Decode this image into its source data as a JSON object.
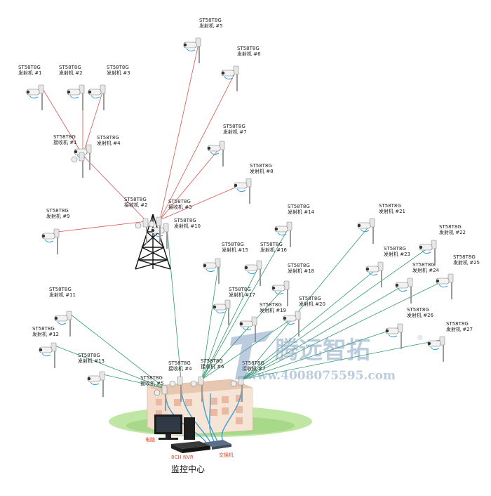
{
  "diagram": {
    "title": "监控中心",
    "model": "ST58T8G",
    "transmitters": [
      {
        "id": "tx1",
        "label": "发射机 #1"
      },
      {
        "id": "tx2",
        "label": "发射机 #2"
      },
      {
        "id": "tx3",
        "label": "发射机 #3"
      },
      {
        "id": "tx4",
        "label": "发射机 #4"
      },
      {
        "id": "tx5",
        "label": "发射机 #5"
      },
      {
        "id": "tx6",
        "label": "发射机 #6"
      },
      {
        "id": "tx7",
        "label": "发射机 #7"
      },
      {
        "id": "tx8",
        "label": "发射机 #8"
      },
      {
        "id": "tx9",
        "label": "发射机 #9"
      },
      {
        "id": "tx10",
        "label": "发射机 #10"
      },
      {
        "id": "tx11",
        "label": "发射机 #11"
      },
      {
        "id": "tx12",
        "label": "发射机 #12"
      },
      {
        "id": "tx13",
        "label": "发射机 #13"
      },
      {
        "id": "tx14",
        "label": "发射机 #14"
      },
      {
        "id": "tx15",
        "label": "发射机 #15"
      },
      {
        "id": "tx16",
        "label": "发射机 #16"
      },
      {
        "id": "tx17",
        "label": "发射机 #17"
      },
      {
        "id": "tx18",
        "label": "发射机 #18"
      },
      {
        "id": "tx19",
        "label": "发射机 #19"
      },
      {
        "id": "tx20",
        "label": "发射机 #20"
      },
      {
        "id": "tx21",
        "label": "发射机 #21"
      },
      {
        "id": "tx22",
        "label": "发射机 #22"
      },
      {
        "id": "tx23",
        "label": "发射机 #23"
      },
      {
        "id": "tx24",
        "label": "发射机 #24"
      },
      {
        "id": "tx25",
        "label": "发射机 #25"
      },
      {
        "id": "tx26",
        "label": "发射机 #26"
      },
      {
        "id": "tx27",
        "label": "发射机 #27"
      }
    ],
    "receivers": [
      {
        "id": "rx1",
        "label": "接收机 #1"
      },
      {
        "id": "rx2",
        "label": "接收机 #2"
      },
      {
        "id": "rx3",
        "label": "接收机 #3"
      },
      {
        "id": "rx4",
        "label": "接收机 #4"
      },
      {
        "id": "rx5",
        "label": "接收机 #5"
      },
      {
        "id": "rx6",
        "label": "接收机 #6"
      },
      {
        "id": "rx7",
        "label": "接收机 #7"
      }
    ],
    "equipment": {
      "pc": "电脑",
      "nvr": "8CH NVR",
      "switch": "交换机"
    },
    "watermark": {
      "brand": "腾远智拓",
      "reg": "®",
      "phone": "www.4008075595.com"
    },
    "colors": {
      "relay_link": "#d9534f",
      "backhaul_link": "#2e9a6a",
      "cable": "#3aa0d8"
    },
    "links_relay": [
      [
        "tx1",
        "rx1"
      ],
      [
        "tx2",
        "rx1"
      ],
      [
        "tx3",
        "rx1"
      ],
      [
        "rx1",
        "rx2"
      ],
      [
        "tx5",
        "rx3"
      ],
      [
        "tx6",
        "rx3"
      ],
      [
        "tx7",
        "rx3"
      ],
      [
        "tx8",
        "rx3"
      ],
      [
        "tx9",
        "rx2"
      ]
    ],
    "links_backhaul": [
      [
        "tx10",
        "rx4"
      ],
      [
        "tx11",
        "rx5"
      ],
      [
        "tx12",
        "rx5"
      ],
      [
        "tx13",
        "rx5"
      ],
      [
        "tx14",
        "rx6"
      ],
      [
        "tx15",
        "rx6"
      ],
      [
        "tx16",
        "rx6"
      ],
      [
        "tx17",
        "rx6"
      ],
      [
        "tx18",
        "rx6"
      ],
      [
        "tx19",
        "rx6"
      ],
      [
        "tx20",
        "rx6"
      ],
      [
        "tx21",
        "rx7"
      ],
      [
        "tx22",
        "rx7"
      ],
      [
        "tx23",
        "rx7"
      ],
      [
        "tx24",
        "rx7"
      ],
      [
        "tx25",
        "rx7"
      ],
      [
        "tx26",
        "rx7"
      ],
      [
        "tx27",
        "rx7"
      ]
    ]
  }
}
